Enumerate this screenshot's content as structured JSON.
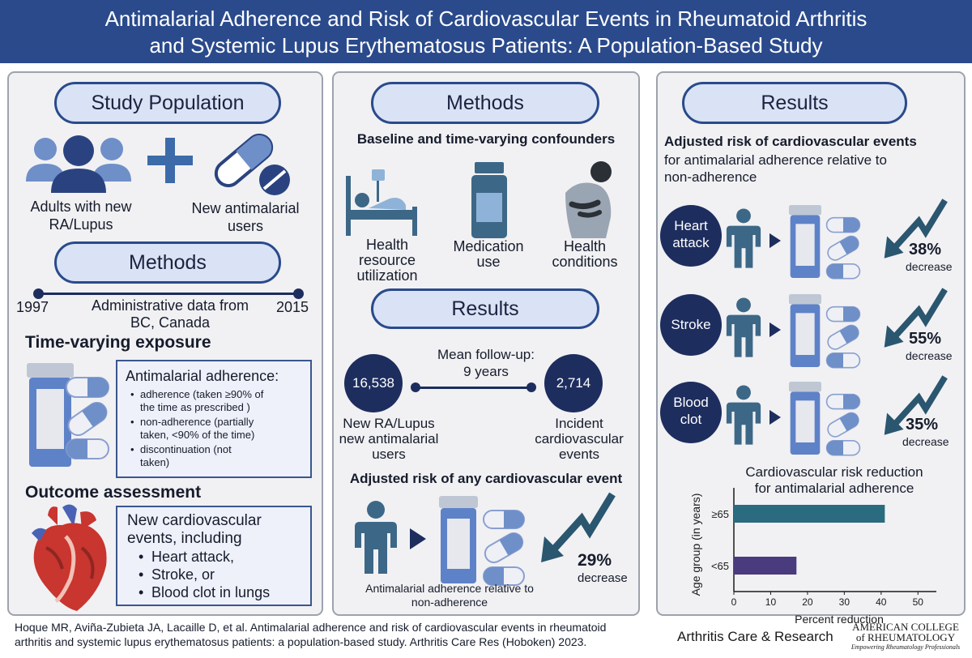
{
  "header": {
    "title_line1": "Antimalarial Adherence and Risk of Cardiovascular Events in Rheumatoid Arthritis",
    "title_line2": "and Systemic Lupus Erythematosus Patients: A Population-Based Study"
  },
  "left": {
    "study_population": "Study Population",
    "pop1_line1": "Adults with new",
    "pop1_line2": "RA/Lupus",
    "pop2_line1": "New antimalarial",
    "pop2_line2": "users",
    "methods": "Methods",
    "year_start": "1997",
    "year_end": "2015",
    "admin_line1": "Administrative data from",
    "admin_line2": "BC, Canada",
    "exposure_title": "Time-varying exposure",
    "adherence_title": "Antimalarial adherence:",
    "adh1a": "adherence (taken ≥90% of",
    "adh1b": "the time as prescribed )",
    "adh2a": "non-adherence (partially",
    "adh2b": "taken,  <90% of the time)",
    "adh3a": "discontinuation (not",
    "adh3b": "taken)",
    "outcome_title": "Outcome assessment",
    "out1": "New cardiovascular",
    "out2": "events, including",
    "out_items": [
      "Heart attack,",
      "Stroke, or",
      "Blood clot in lungs"
    ]
  },
  "middle": {
    "methods": "Methods",
    "confounders": "Baseline and time-varying confounders",
    "c1a": "Health",
    "c1b": "resource",
    "c1c": "utilization",
    "c2a": "Medication",
    "c2b": "use",
    "c3a": "Health",
    "c3b": "conditions",
    "results": "Results",
    "followup1": "Mean follow-up:",
    "followup2": "9 years",
    "n1": "16,538",
    "n2": "2,714",
    "n1a": "New RA/Lupus",
    "n1b": "new antimalarial",
    "n1c": "users",
    "n2a": "Incident",
    "n2b": "cardiovascular",
    "n2c": "events",
    "any_event": "Adjusted risk of any cardiovascular event",
    "pct": "29%",
    "decrease": "decrease",
    "rel1": "Antimalarial adherence relative to",
    "rel2": "non-adherence"
  },
  "right": {
    "results": "Results",
    "h1": "Adjusted risk of cardiovascular events",
    "h2a": "for antimalarial adherence relative to",
    "h2b": "non-adherence",
    "outcomes": [
      {
        "label1": "Heart",
        "label2": "attack",
        "pct": "38%",
        "decrease": "decrease"
      },
      {
        "label1": "Stroke",
        "label2": "",
        "pct": "55%",
        "decrease": "decrease"
      },
      {
        "label1": "Blood",
        "label2": "clot",
        "pct": "35%",
        "decrease": "decrease"
      }
    ],
    "chart_title1": "Cardiovascular risk reduction",
    "chart_title2": "for antimalarial adherence"
  },
  "footer": {
    "cite1": "Hoque MR, Aviña-Zubieta JA, Lacaille D, et al. Antimalarial adherence and risk of cardiovascular events in rheumatoid",
    "cite2": "arthritis and systemic lupus erythematosus patients: a population-based study. Arthritis Care Res (Hoboken) 2023.",
    "journal": "Arthritis Care & Research",
    "acr1": "AMERICAN COLLEGE",
    "acr2": "of RHEUMATOLOGY",
    "acr3": "Empowering Rheumatology Professionals"
  },
  "colors": {
    "navy": "#2a4a8c",
    "dark": "#1d2d5e",
    "teal": "#2a6b80",
    "purple": "#4a3a7e",
    "person": "#3d6787"
  },
  "chart_data": {
    "type": "bar",
    "orientation": "horizontal",
    "title": "Cardiovascular risk reduction for antimalarial adherence",
    "xlabel": "Percent reduction",
    "ylabel": "Age group (in years)",
    "categories": [
      "≥65",
      "<65"
    ],
    "values": [
      41,
      17
    ],
    "bar_colors": [
      "#2a6b80",
      "#4a3a7e"
    ],
    "xlim": [
      0,
      55
    ],
    "xticks": [
      0,
      10,
      20,
      30,
      40,
      50
    ],
    "grid": false
  }
}
